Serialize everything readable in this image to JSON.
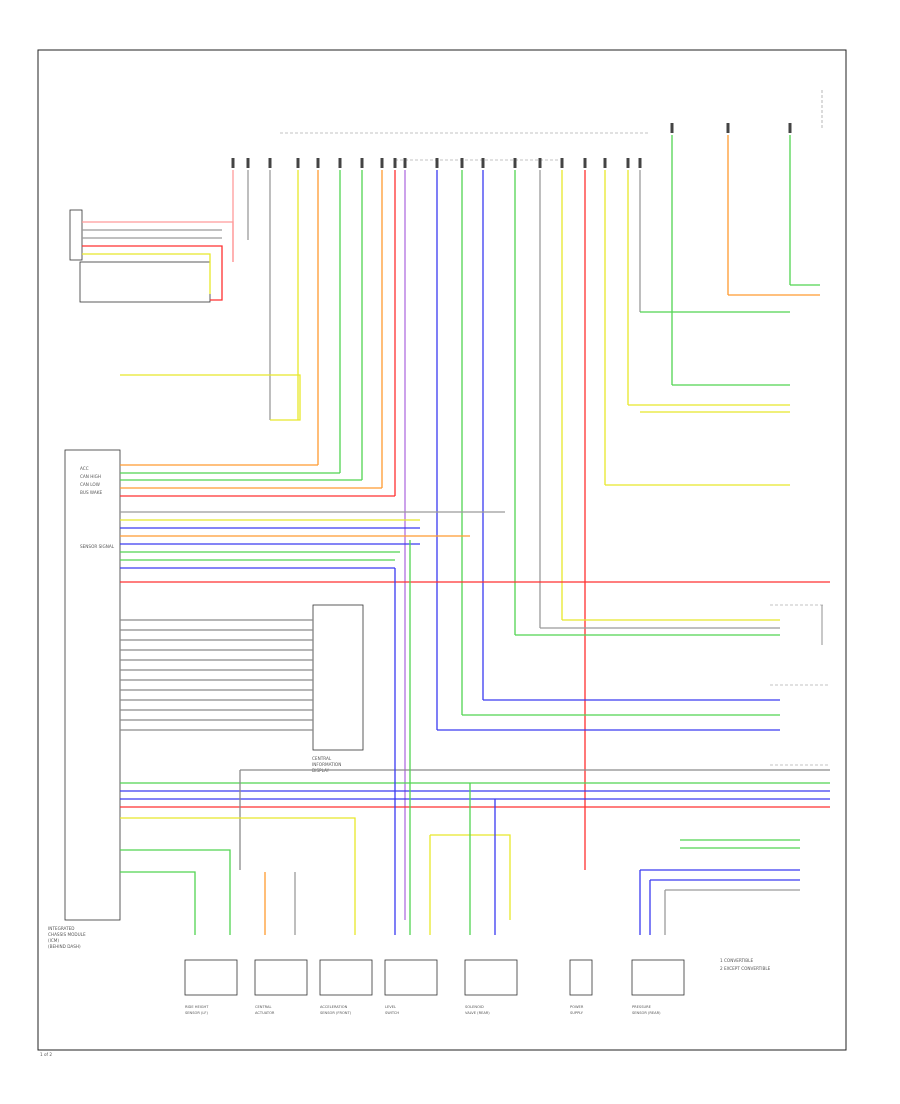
{
  "diagram": {
    "page_tag": "1 of 2",
    "legend": [
      "1  CONVERTIBLE",
      "2  EXCEPT CONVERTIBLE"
    ],
    "colors": {
      "red": "#ff3030",
      "blue": "#3a3af0",
      "green": "#52d452",
      "yellow": "#e8e82a",
      "orange": "#ff9a30",
      "pink": "#ff9a9a",
      "gray": "#9a9a9a",
      "purple": "#b070e0"
    },
    "blocks": {
      "main_module": [
        "ACC",
        "CAN HIGH",
        "CAN LOW",
        "BUS WAKE",
        "SENSOR SIGNAL"
      ],
      "module_caption": [
        "INTEGRATED",
        "CHASSIS MODULE",
        "(ICM)",
        "(BEHIND DASH)"
      ],
      "junction_caption": [
        "CENTRAL",
        "INFORMATION",
        "DISPLAY"
      ],
      "bottom_components": [
        [
          "RIDE HEIGHT",
          "SENSOR (LF)"
        ],
        [
          "CENTRAL",
          "ACTUATOR"
        ],
        [
          "ACCELERATION",
          "SENSOR (FRONT)"
        ],
        [
          "LEVEL",
          "SWITCH"
        ],
        [
          "SOLENOID",
          "VALVE (REAR)"
        ],
        [
          "POWER",
          "SUPPLY"
        ],
        [
          "PRESSURE",
          "SENSOR (REAR)"
        ]
      ]
    }
  }
}
